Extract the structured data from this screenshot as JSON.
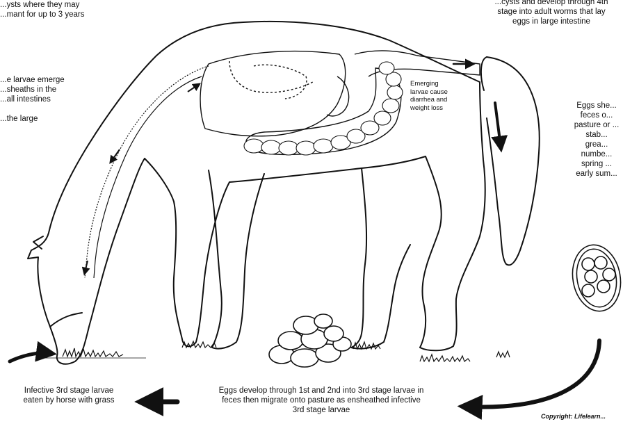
{
  "labels": {
    "top_left": [
      "...ysts where they may",
      "...mant for up to 3 years"
    ],
    "top_right": [
      "...cysts and develop through 4th",
      "stage into adult worms that lay",
      "eggs in large intestine"
    ],
    "left_middle": [
      "...e larvae emerge",
      "...sheaths in the",
      "...all intestines",
      "",
      "...the large"
    ],
    "emerging": [
      "Emerging",
      "larvae cause",
      "diarrhea and",
      "weight loss"
    ],
    "eggs_shed": [
      "Eggs she...",
      "feces o...",
      "pasture or ...",
      "stab...",
      "grea...",
      "numbe...",
      "spring ...",
      "early sum..."
    ],
    "bottom_left": [
      "Infective 3rd stage larvae",
      "eaten by horse with grass"
    ],
    "bottom_center": [
      "Eggs develop through 1st and 2nd into 3rd stage larvae in",
      "feces then migrate onto pasture as ensheathed infective",
      "3rd stage larvae"
    ],
    "copyright": "Copyright: Lifelearn..."
  },
  "colors": {
    "ink": "#111111",
    "background": "#ffffff"
  }
}
